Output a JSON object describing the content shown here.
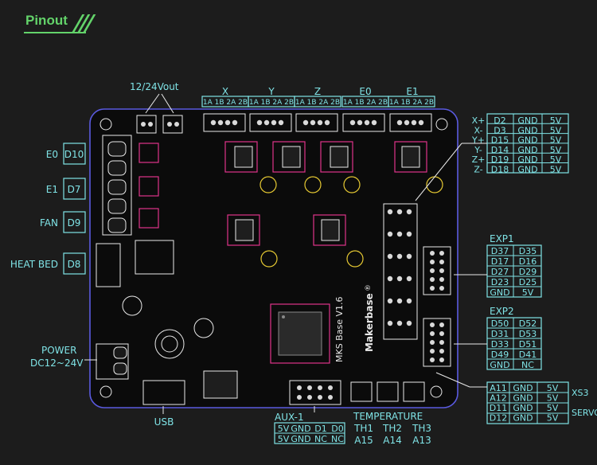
{
  "header": {
    "title": "Pinout"
  },
  "board": {
    "name": "MKS Base V1.6",
    "brand": "Makerbase",
    "registered": "®"
  },
  "vout": {
    "label": "12/24Vout"
  },
  "motors": [
    {
      "name": "X",
      "pins": "1A 1B 2A 2B"
    },
    {
      "name": "Y",
      "pins": "1A 1B 2A 2B"
    },
    {
      "name": "Z",
      "pins": "1A 1B 2A 2B"
    },
    {
      "name": "E0",
      "pins": "1A 1B 2A 2B"
    },
    {
      "name": "E1",
      "pins": "1A 1B 2A 2B"
    }
  ],
  "left_outputs": [
    {
      "name": "E0",
      "pin": "D10"
    },
    {
      "name": "E1",
      "pin": "D7"
    },
    {
      "name": "FAN",
      "pin": "D9"
    },
    {
      "name": "HEAT BED",
      "pin": "D8"
    }
  ],
  "power": {
    "label": "POWER",
    "voltage": "DC12~24V"
  },
  "usb": {
    "label": "USB"
  },
  "endstops": {
    "rows": [
      {
        "name": "X+",
        "pin": "D2",
        "gnd": "GND",
        "v": "5V"
      },
      {
        "name": "X-",
        "pin": "D3",
        "gnd": "GND",
        "v": "5V"
      },
      {
        "name": "Y+",
        "pin": "D15",
        "gnd": "GND",
        "v": "5V"
      },
      {
        "name": "Y-",
        "pin": "D14",
        "gnd": "GND",
        "v": "5V"
      },
      {
        "name": "Z+",
        "pin": "D19",
        "gnd": "GND",
        "v": "5V"
      },
      {
        "name": "Z-",
        "pin": "D18",
        "gnd": "GND",
        "v": "5V"
      }
    ]
  },
  "exp1": {
    "label": "EXP1",
    "rows": [
      [
        "D37",
        "D35"
      ],
      [
        "D17",
        "D16"
      ],
      [
        "D27",
        "D29"
      ],
      [
        "D23",
        "D25"
      ],
      [
        "GND",
        "5V"
      ]
    ]
  },
  "exp2": {
    "label": "EXP2",
    "rows": [
      [
        "D50",
        "D52"
      ],
      [
        "D31",
        "D53"
      ],
      [
        "D33",
        "D51"
      ],
      [
        "D49",
        "D41"
      ],
      [
        "GND",
        "NC"
      ]
    ]
  },
  "xs3": {
    "label": "XS3",
    "rows": [
      [
        "A11",
        "GND",
        "5V"
      ],
      [
        "A12",
        "GND",
        "5V"
      ]
    ]
  },
  "servo": {
    "label": "SERVO",
    "rows": [
      [
        "D11",
        "GND",
        "5V"
      ],
      [
        "D12",
        "GND",
        "5V"
      ]
    ]
  },
  "aux1": {
    "label": "AUX-1",
    "rows": [
      [
        "5V",
        "GND",
        "D1",
        "D0"
      ],
      [
        "5V",
        "GND",
        "NC",
        "NC"
      ]
    ]
  },
  "temperature": {
    "label": "TEMPERATURE",
    "names": [
      "TH1",
      "TH2",
      "TH3"
    ],
    "pins": [
      "A15",
      "A14",
      "A13"
    ]
  },
  "colors": {
    "label": "#7fe3e6",
    "board": "#0b0b0b",
    "outline": "#5a5ae0",
    "silk_accent": "#e0348a",
    "header": "#63d36a"
  }
}
